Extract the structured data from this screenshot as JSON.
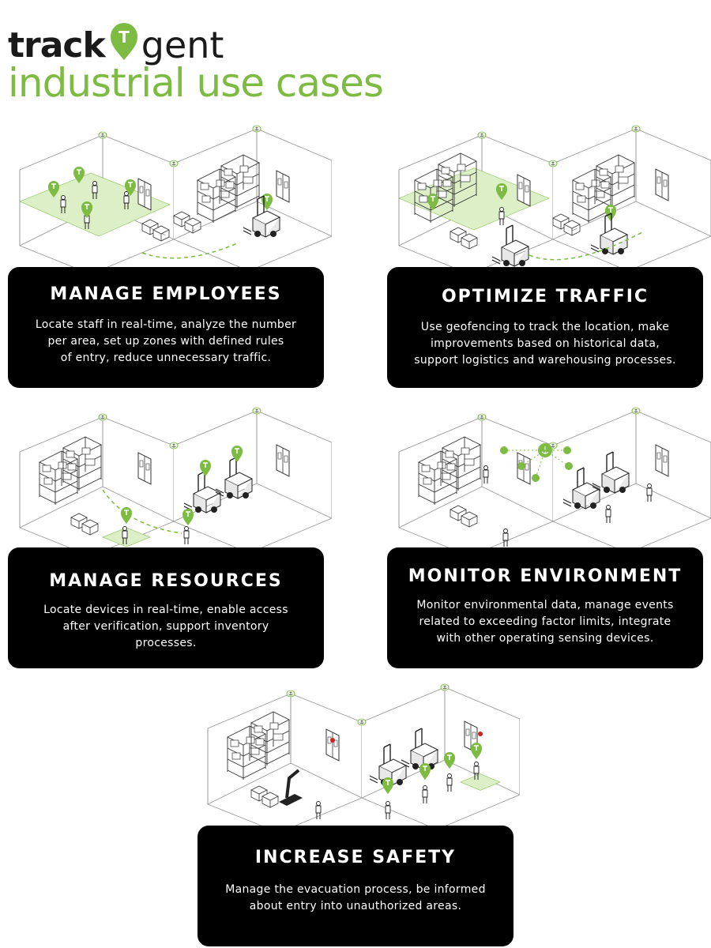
{
  "brand": {
    "word_left": "track",
    "pin_letter": "T",
    "word_right": "gent",
    "accent_color": "#7dbb42",
    "dark_color": "#000000"
  },
  "headline": "industrial use cases",
  "icons": [
    "location-pin-icon",
    "anchor-icon",
    "forklift-icon",
    "shelf-icon",
    "worker-icon",
    "door-icon",
    "sensor-icon"
  ],
  "cards": [
    {
      "title": "MANAGE EMPLOYEES",
      "lines": [
        "Locate staff in real-time, analyze the number",
        "per area, set up zones with defined rules",
        "of entry, reduce unnecessary traffic."
      ]
    },
    {
      "title": "OPTIMIZE TRAFFIC",
      "lines": [
        "Use geofencing to track the location, make",
        "improvements based on historical data,",
        "support logistics and warehousing processes."
      ]
    },
    {
      "title": "MANAGE RESOURCES",
      "lines": [
        "Locate devices in real-time, enable access",
        "after verification, support inventory",
        "processes."
      ]
    },
    {
      "title": "MONITOR ENVIRONMENT",
      "lines": [
        "Monitor environmental data, manage events",
        "related to exceeding factor limits, integrate",
        "with other operating sensing devices."
      ]
    },
    {
      "title": "INCREASE SAFETY",
      "lines": [
        "Manage the evacuation process, be informed",
        "about entry into unauthorized areas."
      ]
    }
  ]
}
